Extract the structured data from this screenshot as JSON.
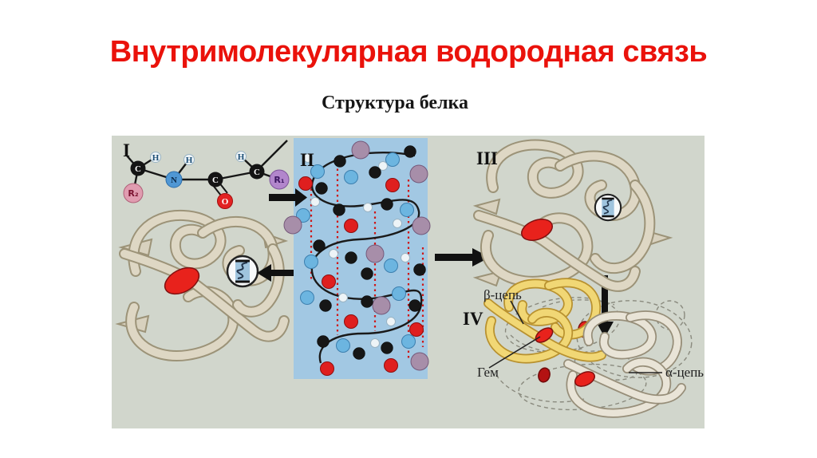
{
  "slide": {
    "title": "Внутримолекулярная водородная связь",
    "subtitle": "Структура белка"
  },
  "diagram": {
    "stages": {
      "primary": "I",
      "secondary": "II",
      "tertiary": "III",
      "quaternary": "IV"
    },
    "peptide": {
      "c_alpha_left": "C",
      "h_left": "H",
      "r2": "R₂",
      "n": "N",
      "h_amide": "H",
      "c_carbonyl": "C",
      "o": "O",
      "c_alpha_right": "C",
      "h_right": "H",
      "r1": "R₁"
    },
    "quaternary": {
      "beta_chain_label": "β-цепь",
      "heme_label": "Гем",
      "alpha_chain_label": "α-цепь"
    },
    "arrows": [
      {
        "name": "primary-to-secondary",
        "direction": "right"
      },
      {
        "name": "secondary-to-tertiary-left",
        "direction": "left"
      },
      {
        "name": "secondary-to-tertiary-right",
        "direction": "right"
      },
      {
        "name": "tertiary-to-quaternary",
        "direction": "down"
      }
    ],
    "colors": {
      "title_red": "#ea120b",
      "figure_bg": "#d1d6cc",
      "helix_panel_blue": "#a2c8e3",
      "tube_cream": "#ded7c4",
      "beta_chain_yellow": "#f1d775",
      "heme_red": "#e8221c",
      "hydrogen_bond_red": "#cf1717",
      "ball_carbon_black": "#161616",
      "ball_cyan": "#6cb5e0",
      "ball_oxygen_red": "#df1f1f",
      "ball_hydrogen_white": "#eef4f7",
      "ball_side_chain_mauve": "#a78ea9",
      "r1_purple": "#b286cc",
      "r2_pink": "#e09cb0",
      "n_blue": "#4f97d4"
    }
  }
}
